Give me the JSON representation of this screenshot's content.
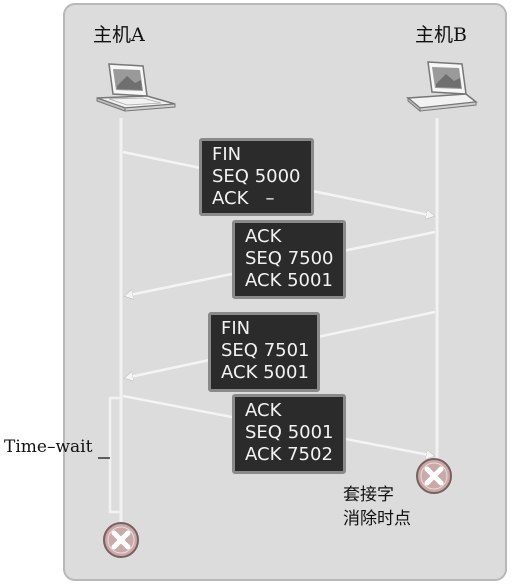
{
  "hosts": {
    "a": {
      "label": "主机A"
    },
    "b": {
      "label": "主机B"
    }
  },
  "messages": [
    {
      "lines": [
        "FIN",
        "SEQ 5000",
        "ACK   –"
      ]
    },
    {
      "lines": [
        "ACK",
        "SEQ 7500",
        "ACK 5001"
      ]
    },
    {
      "lines": [
        "FIN",
        "SEQ 7501",
        "ACK 5001"
      ]
    },
    {
      "lines": [
        "ACK",
        "SEQ 5001",
        "ACK 7502"
      ]
    }
  ],
  "time_wait": {
    "label": "Time–wait"
  },
  "socket_note": {
    "lines": [
      "套接字",
      "消除时点"
    ]
  },
  "colors": {
    "frame_bg": "#dcdcdc",
    "box_bg": "#2b2b2b",
    "box_border": "#8a8a8a",
    "arrow": "#f4f4f4",
    "close_icon": "#c9a9a9"
  },
  "icons": {
    "host_a": "laptop-icon",
    "host_b": "laptop-icon",
    "close_a": "close-circle-icon",
    "close_b": "close-circle-icon"
  }
}
